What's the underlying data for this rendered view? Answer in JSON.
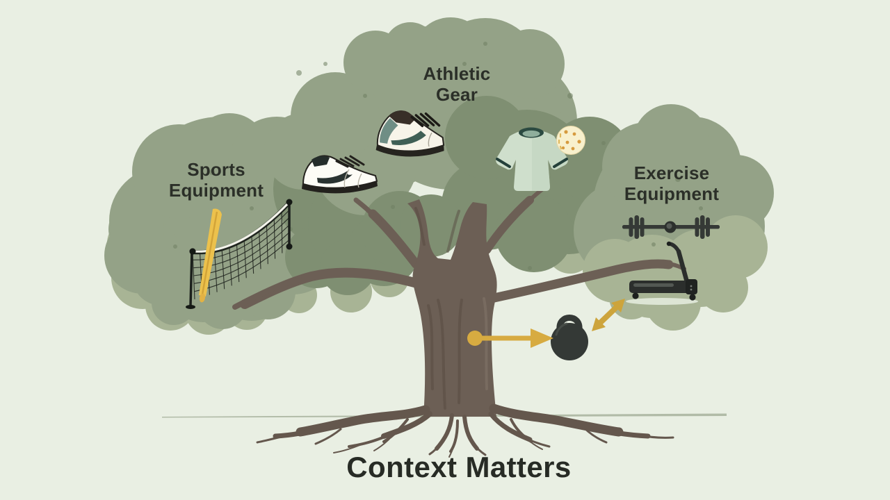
{
  "title": "Context Matters",
  "tree": {
    "categories": [
      {
        "id": "sports",
        "line1": "Sports",
        "line2": "Equipment",
        "items": [
          "baseball bat",
          "sports net"
        ]
      },
      {
        "id": "athletic",
        "line1": "Athletic",
        "line2": "Gear",
        "items": [
          "sneaker",
          "sneaker",
          "t-shirt",
          "ball"
        ]
      },
      {
        "id": "exercise",
        "line1": "Exercise",
        "line2": "Equipment",
        "items": [
          "barbell",
          "treadmill"
        ]
      }
    ],
    "unplaced_item": "kettlebell",
    "arrows": [
      "trunk-to-kettlebell",
      "kettlebell-to-treadmill-double"
    ]
  },
  "colors": {
    "background": "#e9efe3",
    "canopy_mid": "#94a287",
    "canopy_dark": "#7f8f72",
    "canopy_light": "#a8b495",
    "trunk": "#6c5f55",
    "text": "#2b2f28",
    "arrow_gold": "#d7ab41",
    "bat_yellow": "#ecc14c",
    "shirt_green": "#cfdfcc"
  }
}
